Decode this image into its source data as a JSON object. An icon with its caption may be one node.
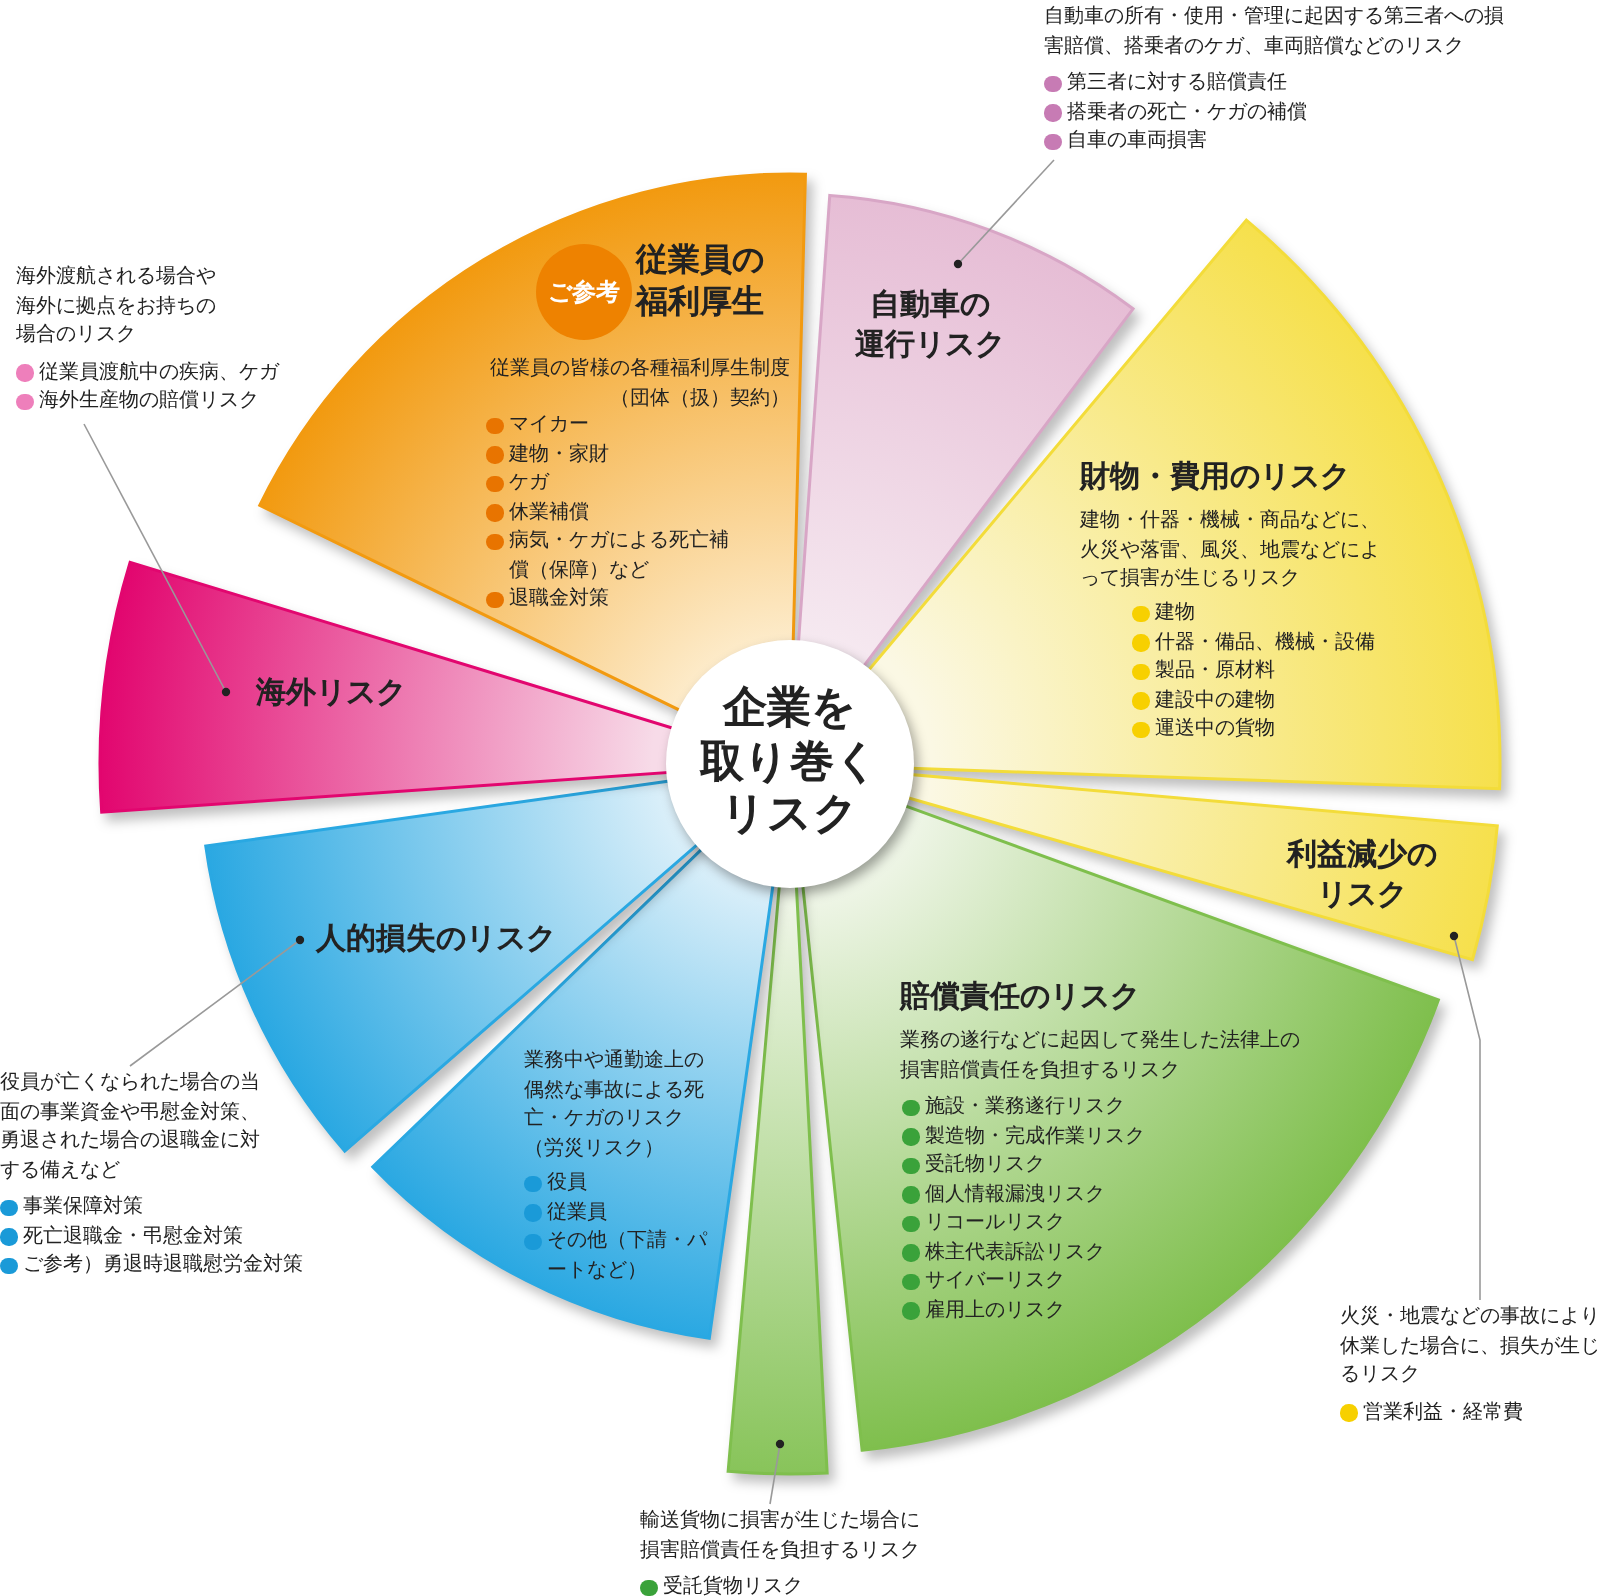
{
  "diagram": {
    "nodes": [
      {
        "text": [
          "企業を取り巻くリスク"
        ]
      },
      {
        "text": [
          "従業員の福利厚生",
          "従業員の皆様の各種福利厚生制度（団体（扱）契約）",
          "マイカー",
          "建物・家財",
          "ケガ",
          "休業補償",
          "病気・ケガによる死亡補償（保障）など",
          "退職金対策"
        ]
      },
      {
        "text": [
          "ご参考"
        ],
        "in": 1
      },
      {
        "text": [
          "自動車の運行リスク"
        ]
      },
      {
        "text": [
          "財物・費用のリスク",
          "建物・什器・機械・商品などに、火災や落雷、風災、地震などによって損害が生じるリスク",
          "建物",
          "什器・備品、機械・設備",
          "製品・原材料",
          "建設中の建物",
          "運送中の貨物"
        ]
      },
      {
        "text": [
          "利益減少のリスク"
        ]
      },
      {
        "text": [
          "賠償責任のリスク",
          "業務の遂行などに起因して発生した法律上の損害賠償責任を負担するリスク",
          "施設・業務遂行リスク",
          "製造物・完成作業リスク",
          "受託物リスク",
          "個人情報漏洩リスク",
          "リコールリスク",
          "株主代表訴訟リスク",
          "サイバーリスク",
          "雇用上のリスク"
        ]
      },
      {
        "text": [],
        "shape": "wedge"
      },
      {
        "text": [
          "業務中や通勤途上の偶然な事故による死亡・ケガのリスク（労災リスク）",
          "役員",
          "従業員",
          "その他（下請・パートなど）"
        ]
      },
      {
        "text": [
          "人的損失のリスク"
        ]
      },
      {
        "text": [
          "海外リスク"
        ]
      },
      {
        "text": [
          "自動車の所有・使用・管理に起因する第三者への損害賠償、搭乗者のケガ、車両賠償などのリスク",
          "第三者に対する賠償責任",
          "搭乗者の死亡・ケガの補償",
          "自車の車両損害"
        ]
      },
      {
        "text": [
          "火災・地震などの事故により休業した場合に、損失が生じるリスク",
          "営業利益・経常費"
        ]
      },
      {
        "text": [
          "輸送貨物に損害が生じた場合に損害賠償責任を負担するリスク",
          "受託貨物リスク"
        ]
      },
      {
        "text": [
          "役員が亡くなられた場合の当面の事業資金や弔慰金対策、勇退された場合の退職金に対する備えなど",
          "事業保障対策",
          "死亡退職金・弔慰金対策",
          "ご参考）勇退時退職慰労金対策"
        ]
      },
      {
        "text": [
          "海外渡航される場合や海外に拠点をお持ちの場合のリスク",
          "従業員渡航中の疾病、ケガ",
          "海外生産物の賠償リスク"
        ]
      }
    ],
    "edges": [
      {
        "from": 11,
        "to": 3,
        "arrow": "other"
      },
      {
        "from": 12,
        "to": 5,
        "arrow": "other"
      },
      {
        "from": 13,
        "to": 7,
        "arrow": "other"
      },
      {
        "from": 14,
        "to": 9,
        "arrow": "other"
      },
      {
        "from": 15,
        "to": 10,
        "arrow": "other"
      }
    ]
  }
}
